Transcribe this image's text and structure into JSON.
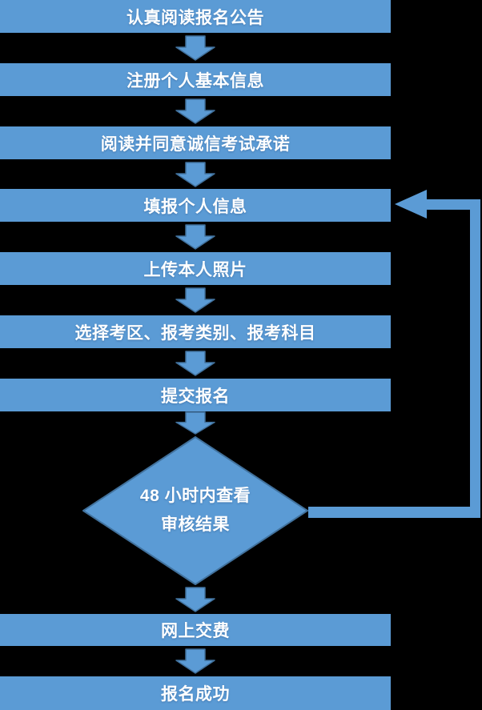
{
  "flow": {
    "steps": [
      "认真阅读报名公告",
      "注册个人基本信息",
      "阅读并同意诚信考试承诺",
      "填报个人信息",
      "上传本人照片",
      "选择考区、报考类别、报考科目",
      "提交报名"
    ],
    "decision": {
      "line1": "48 小时内查看",
      "line2": "审核结果"
    },
    "tail_steps": [
      "网上交费",
      "报名成功"
    ]
  },
  "colors": {
    "shape_fill": "#5B9BD5",
    "shape_border": "#41719C",
    "connector": "#5B9BD5",
    "text_color": "#FFFFFF",
    "bg": "#000000"
  }
}
